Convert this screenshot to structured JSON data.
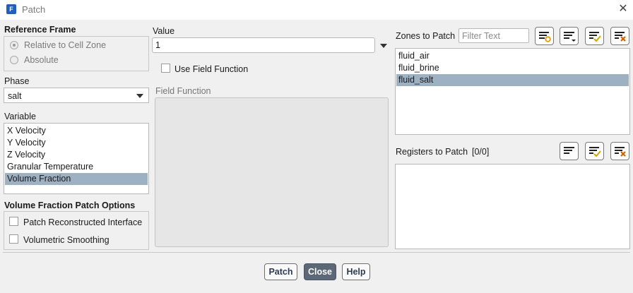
{
  "window": {
    "title": "Patch",
    "app_icon_letter": "F"
  },
  "reference_frame": {
    "title": "Reference Frame",
    "options": [
      {
        "label": "Relative to Cell Zone",
        "checked": true
      },
      {
        "label": "Absolute",
        "checked": false
      }
    ]
  },
  "phase": {
    "label": "Phase",
    "selected": "salt"
  },
  "variable": {
    "label": "Variable",
    "items": [
      "X Velocity",
      "Y Velocity",
      "Z Velocity",
      "Granular Temperature",
      "Volume Fraction"
    ],
    "selected": "Volume Fraction"
  },
  "vf_options": {
    "title": "Volume Fraction Patch Options",
    "checkboxes": [
      {
        "label": "Patch Reconstructed Interface",
        "checked": false
      },
      {
        "label": "Volumetric Smoothing",
        "checked": false
      }
    ]
  },
  "value": {
    "label": "Value",
    "current": "1",
    "use_field_function_label": "Use Field Function",
    "field_function_label": "Field Function"
  },
  "zones": {
    "label": "Zones to Patch",
    "filter_placeholder": "Filter Text",
    "items": [
      "fluid_air",
      "fluid_brine",
      "fluid_salt"
    ],
    "selected": "fluid_salt"
  },
  "registers": {
    "label": "Registers to Patch",
    "count": "[0/0]",
    "items": []
  },
  "buttons": {
    "patch": "Patch",
    "close": "Close",
    "help": "Help"
  },
  "colors": {
    "selection": "#9eb1c3",
    "primary_button": "#5c6878",
    "accent_orange": "#e0a000",
    "accent_check": "#d4a600"
  }
}
